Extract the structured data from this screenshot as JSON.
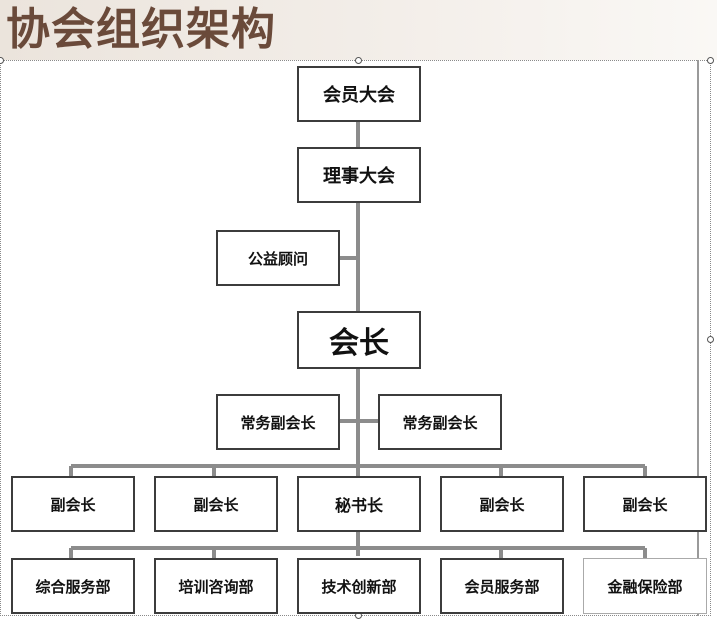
{
  "page_title": "协会组织架构",
  "nodes": {
    "members_assembly": "会员大会",
    "council_assembly": "理事大会",
    "advisor": "公益顾问",
    "president": "会长",
    "exec_vp_1": "常务副会长",
    "exec_vp_2": "常务副会长",
    "vp_1": "副会长",
    "vp_2": "副会长",
    "secretary_general": "秘书长",
    "vp_3": "副会长",
    "vp_4": "副会长",
    "dept_general_service": "综合服务部",
    "dept_training": "培训咨询部",
    "dept_tech": "技术创新部",
    "dept_member_service": "会员服务部",
    "dept_finance": "金融保险部"
  },
  "colors": {
    "title": "#6a4a3a",
    "connector": "#8c8c8c",
    "box_border": "#3c3c3c"
  }
}
